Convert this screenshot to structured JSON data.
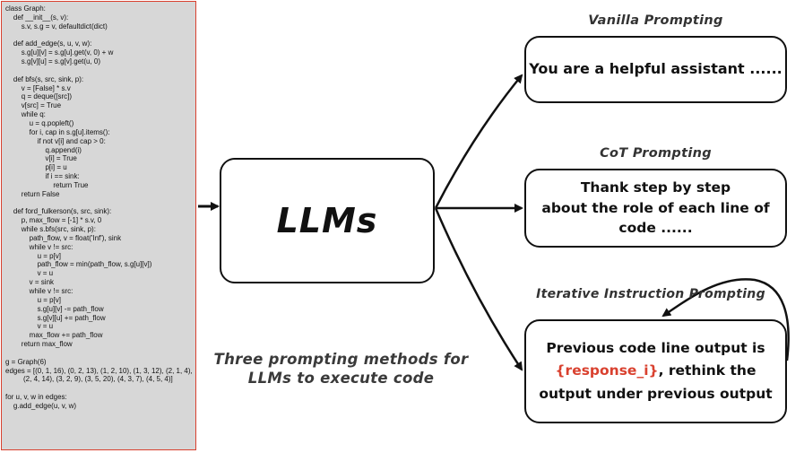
{
  "code_panel": {
    "code": "class Graph:\n    def __init__(s, v):\n        s.v, s.g = v, defaultdict(dict)\n\n    def add_edge(s, u, v, w):\n        s.g[u][v] = s.g[u].get(v, 0) + w\n        s.g[v][u] = s.g[v].get(u, 0)\n\n    def bfs(s, src, sink, p):\n        v = [False] * s.v\n        q = deque([src])\n        v[src] = True\n        while q:\n            u = q.popleft()\n            for i, cap in s.g[u].items():\n                if not v[i] and cap > 0:\n                    q.append(i)\n                    v[i] = True\n                    p[i] = u\n                    if i == sink:\n                        return True\n        return False\n\n    def ford_fulkerson(s, src, sink):\n        p, max_flow = [-1] * s.v, 0\n        while s.bfs(src, sink, p):\n            path_flow, v = float('Inf'), sink\n            while v != src:\n                u = p[v]\n                path_flow = min(path_flow, s.g[u][v])\n                v = u\n            v = sink\n            while v != src:\n                u = p[v]\n                s.g[u][v] -= path_flow\n                s.g[v][u] += path_flow\n                v = u\n            max_flow += path_flow\n        return max_flow\n\ng = Graph(6)\nedges = [(0, 1, 16), (0, 2, 13), (1, 2, 10), (1, 3, 12), (2, 1, 4),\n         (2, 4, 14), (3, 2, 9), (3, 5, 20), (4, 3, 7), (4, 5, 4)]\n\nfor u, v, w in edges:\n    g.add_edge(u, v, w)"
  },
  "center": {
    "llm_label": "LLMs",
    "caption_line1": "Three prompting methods for",
    "caption_line2": "LLMs to execute code"
  },
  "methods": {
    "vanilla": {
      "title": "Vanilla Prompting",
      "text": "You are a helpful assistant ......"
    },
    "cot": {
      "title": "CoT Prompting",
      "line1": "Thank step by step",
      "line2": "about the role of each line of",
      "line3": "code ......"
    },
    "iterative": {
      "title": "Iterative Instruction Prompting",
      "line1": "Previous code line output is",
      "highlight": "{response_i}",
      "line2_rest": ", rethink the",
      "line3": "output under previous output"
    }
  },
  "colors": {
    "accent_red": "#d9412f",
    "panel_bg": "#d7d7d7",
    "stroke": "#111111"
  }
}
